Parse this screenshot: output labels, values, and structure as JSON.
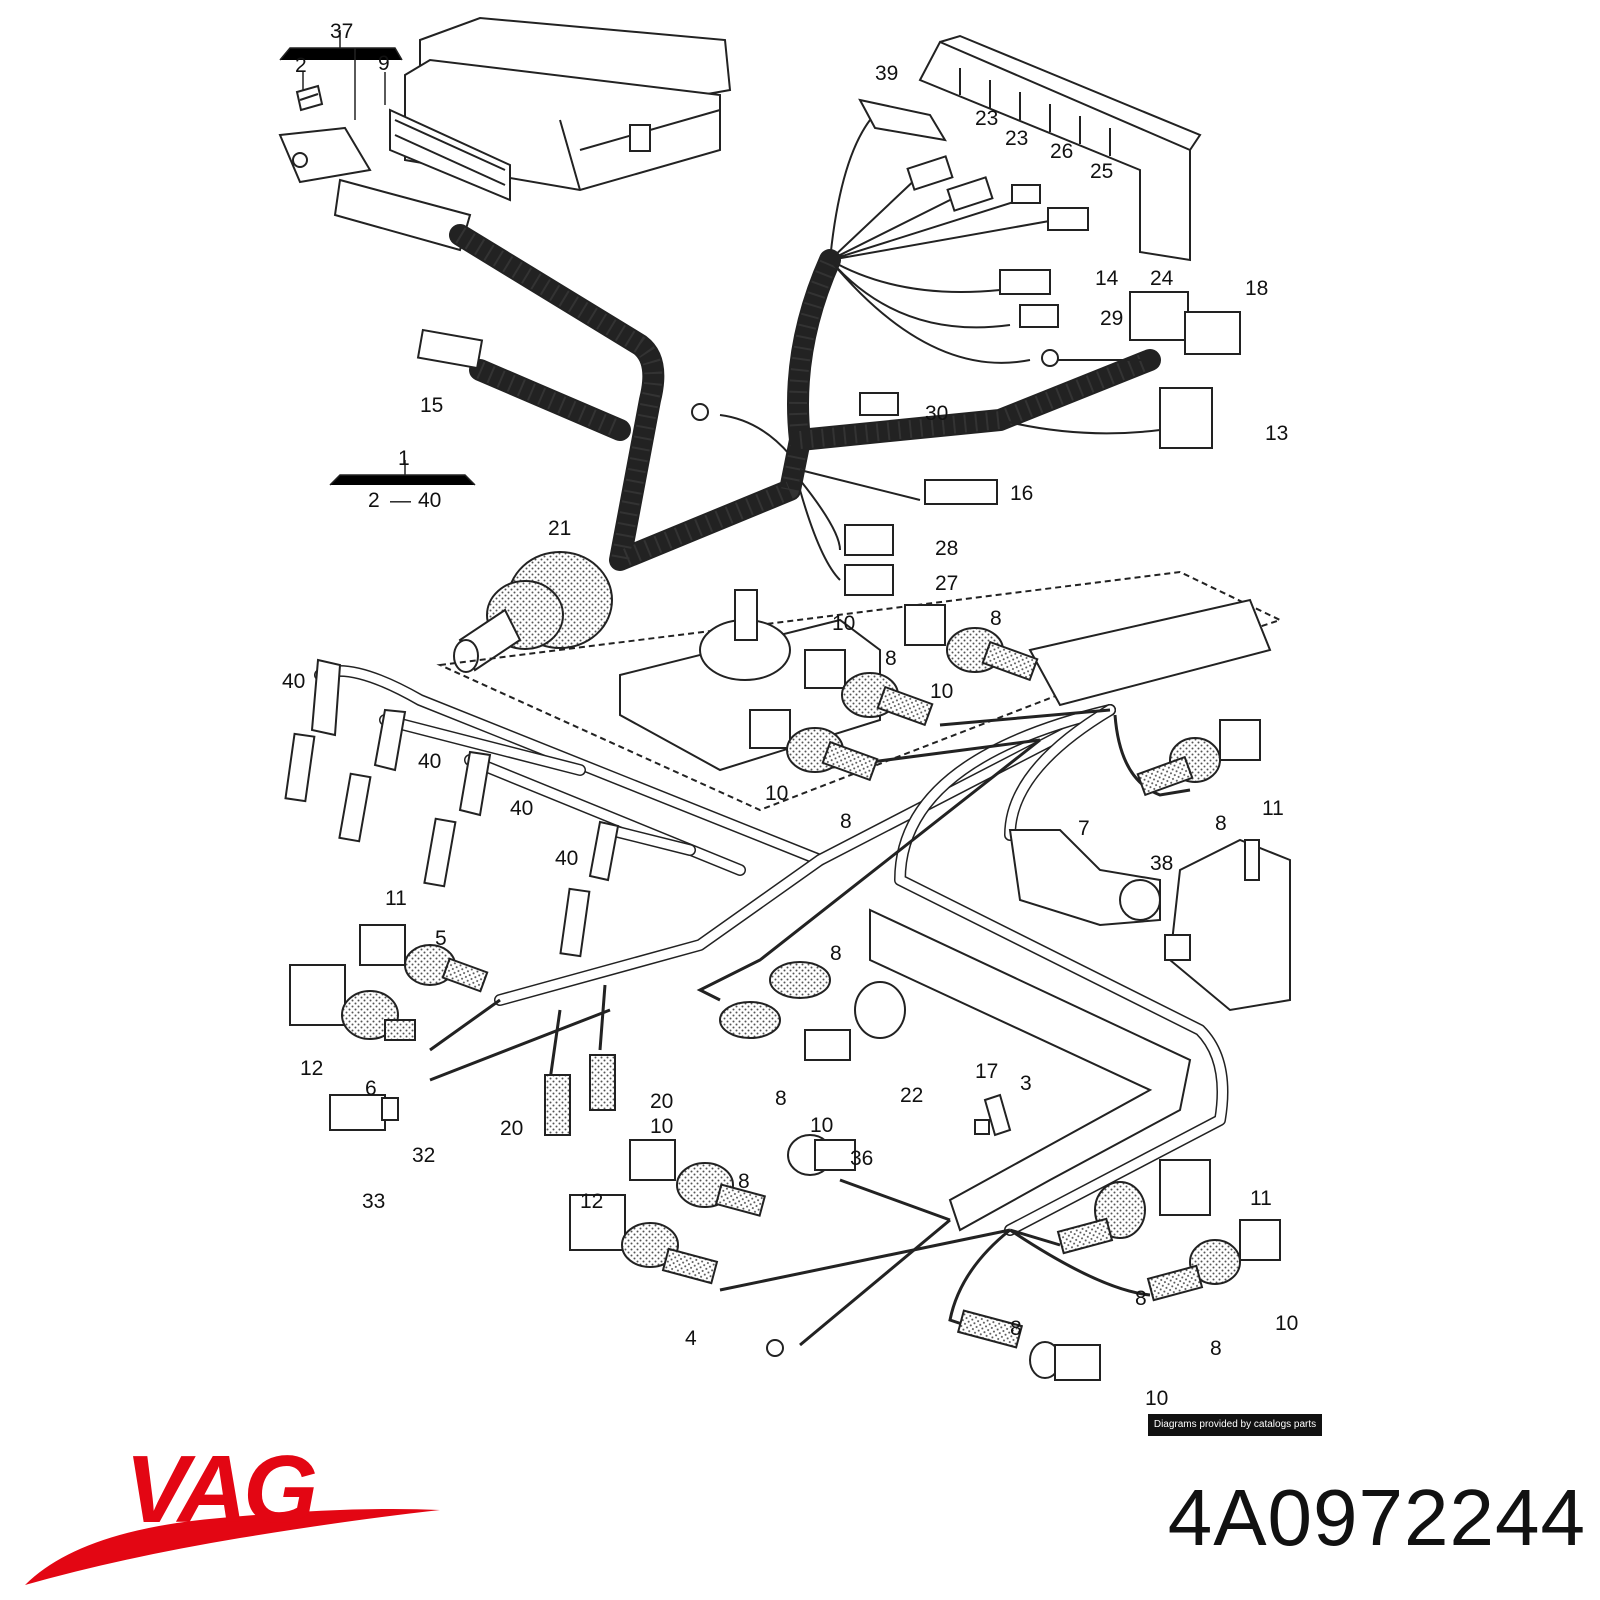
{
  "callouts": {
    "c1": "1",
    "c2": "2",
    "c3": "3",
    "c4": "4",
    "c5": "5",
    "c6": "6",
    "c7": "7",
    "c8": "8",
    "c9": "9",
    "c10": "10",
    "c11": "11",
    "c12": "12",
    "c13": "13",
    "c14": "14",
    "c15": "15",
    "c16": "16",
    "c17": "17",
    "c18": "18",
    "c20": "20",
    "c21": "21",
    "c22": "22",
    "c23": "23",
    "c24": "24",
    "c25": "25",
    "c26": "26",
    "c27": "27",
    "c28": "28",
    "c29": "29",
    "c30": "30",
    "c32": "32",
    "c33": "33",
    "c36": "36",
    "c37": "37",
    "c38": "38",
    "c39": "39",
    "c40": "40",
    "range_start": "2",
    "range_dash": "—",
    "range_end": "40"
  },
  "watermark": "Diagrams provided by catalogs parts",
  "brand": {
    "logo_text": "VAG",
    "logo_color": "#e30613"
  },
  "part_number": "4A0972244"
}
